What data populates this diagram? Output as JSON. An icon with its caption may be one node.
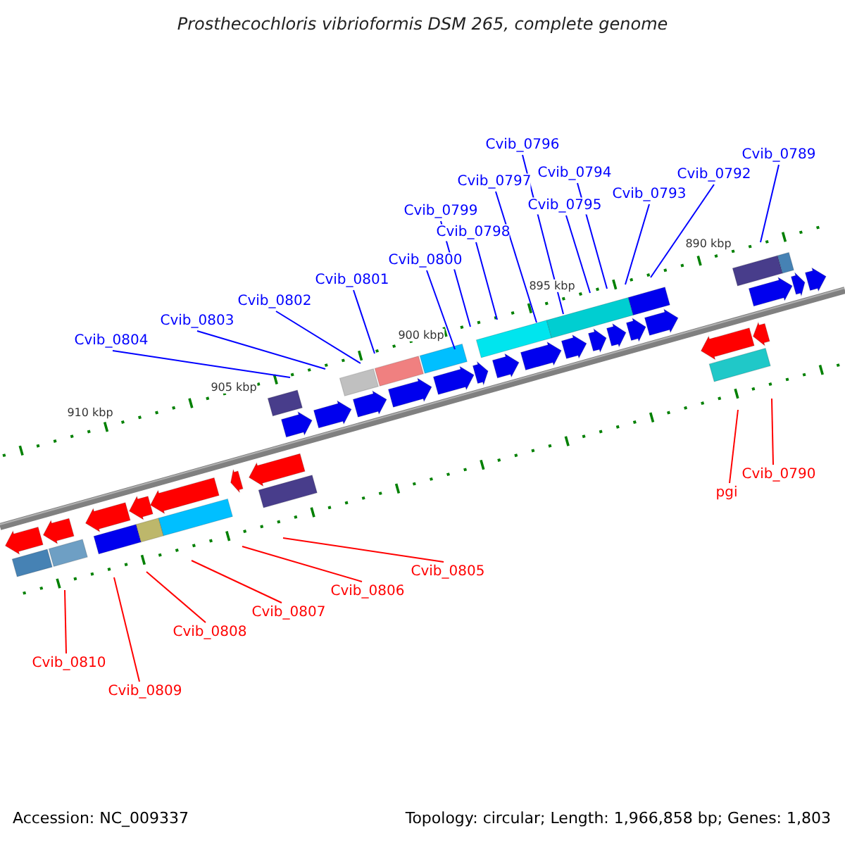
{
  "diagram": {
    "title": "Prosthecochloris vibrioformis DSM 265, complete genome",
    "nodes": [
      {
        "text": [
          "Cvib_0796"
        ]
      },
      {
        "text": [
          "Cvib_0789"
        ]
      },
      {
        "text": [
          "Cvib_0794"
        ]
      },
      {
        "text": [
          "Cvib_0792"
        ]
      },
      {
        "text": [
          "Cvib_0797"
        ]
      },
      {
        "text": [
          "Cvib_0793"
        ]
      },
      {
        "text": [
          "Cvib_0795"
        ]
      },
      {
        "text": [
          "Cvib_0799"
        ]
      },
      {
        "text": [
          "Cvib_0798"
        ]
      },
      {
        "text": [
          "Cvib_0800"
        ]
      },
      {
        "text": [
          "Cvib_0801"
        ]
      },
      {
        "text": [
          "Cvib_0802"
        ]
      },
      {
        "text": [
          "Cvib_0803"
        ]
      },
      {
        "text": [
          "Cvib_0804"
        ]
      },
      {
        "text": [
          "Cvib_0790"
        ]
      },
      {
        "text": [
          "pgi"
        ]
      },
      {
        "text": [
          "Cvib_0805"
        ]
      },
      {
        "text": [
          "Cvib_0806"
        ]
      },
      {
        "text": [
          "Cvib_0807"
        ]
      },
      {
        "text": [
          "Cvib_0808"
        ]
      },
      {
        "text": [
          "Cvib_0810"
        ]
      },
      {
        "text": [
          "Cvib_0809"
        ]
      }
    ],
    "edges": [
      {
        "from": 0,
        "to": null,
        "arrow": "none"
      },
      {
        "from": 1,
        "to": null,
        "arrow": "none"
      },
      {
        "from": 2,
        "to": null,
        "arrow": "none"
      },
      {
        "from": 3,
        "to": null,
        "arrow": "none"
      },
      {
        "from": 4,
        "to": null,
        "arrow": "none"
      },
      {
        "from": 5,
        "to": null,
        "arrow": "none"
      },
      {
        "from": 6,
        "to": null,
        "arrow": "none"
      },
      {
        "from": 7,
        "to": null,
        "arrow": "none"
      },
      {
        "from": 8,
        "to": null,
        "arrow": "none"
      },
      {
        "from": 9,
        "to": null,
        "arrow": "none"
      },
      {
        "from": 10,
        "to": null,
        "arrow": "none"
      },
      {
        "from": 11,
        "to": null,
        "arrow": "none"
      },
      {
        "from": 12,
        "to": null,
        "arrow": "none"
      },
      {
        "from": 13,
        "to": null,
        "arrow": "none"
      },
      {
        "from": 14,
        "to": null,
        "arrow": "none",
        "color": "#ff0000"
      },
      {
        "from": 15,
        "to": null,
        "arrow": "none",
        "color": "#ff0000"
      },
      {
        "from": 16,
        "to": null,
        "arrow": "none",
        "color": "#ff0000"
      },
      {
        "from": 17,
        "to": null,
        "arrow": "none",
        "color": "#ff0000"
      },
      {
        "from": 18,
        "to": null,
        "arrow": "none",
        "color": "#ff0000"
      },
      {
        "from": 19,
        "to": null,
        "arrow": "none",
        "color": "#ff0000"
      },
      {
        "from": 20,
        "to": null,
        "arrow": "none",
        "color": "#ff0000"
      },
      {
        "from": 21,
        "to": null,
        "arrow": "none",
        "color": "#ff0000"
      }
    ],
    "labels": [
      "890 kbp",
      "895 kbp",
      "900 kbp",
      "905 kbp",
      "910 kbp",
      "Accession: NC_009337",
      "Topology: circular; Length: 1,966,858 bp; Genes: 1,803"
    ]
  }
}
